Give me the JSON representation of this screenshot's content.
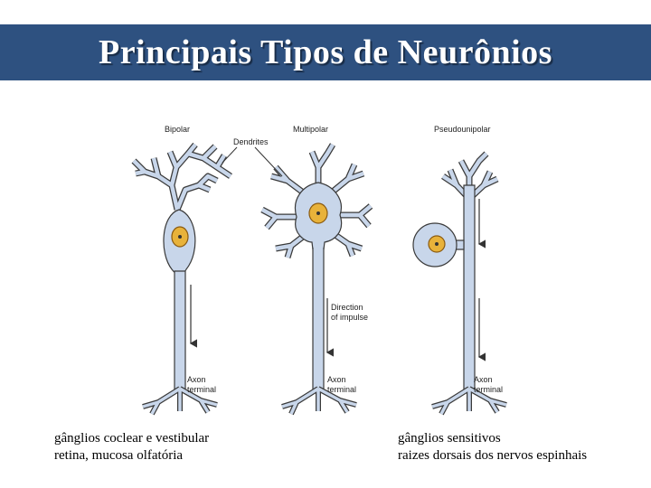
{
  "title": "Principais Tipos de Neurônios",
  "diagram": {
    "labels": {
      "bipolar": "Bipolar",
      "multipolar": "Multipolar",
      "pseudounipolar": "Pseudounipolar",
      "dendrites": "Dendrites",
      "direction_line1": "Direction",
      "direction_line2": "of impulse",
      "axon_terminal_line1": "Axon",
      "axon_terminal_line2": "terminal"
    },
    "colors": {
      "cell_fill": "#c8d6ea",
      "cell_stroke": "#3a3a3a",
      "nucleus": "#e8b23a"
    }
  },
  "captions": {
    "left_line1": "gânglios coclear e vestibular",
    "left_line2": "retina, mucosa olfatória",
    "right_line1": "gânglios sensitivos",
    "right_line2": "raizes dorsais dos nervos espinhais"
  }
}
